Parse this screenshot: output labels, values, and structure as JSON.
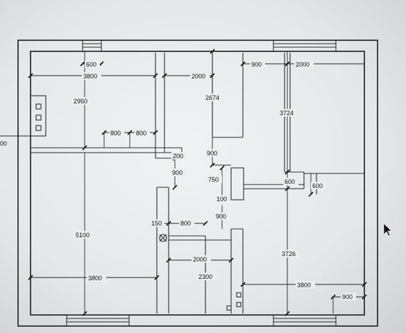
{
  "dimensions": {
    "d_600_top": "600",
    "d_3800_top": "3800",
    "d_2000_top": "2000",
    "d_900_top": "900",
    "d_2000_topright": "2000",
    "d_2950": "2950",
    "d_2674": "2674",
    "d_3724": "3724",
    "d_800_a": "800",
    "d_800_b": "800",
    "d_00_left": "00",
    "d_200": "200",
    "d_900_mid1": "900",
    "d_900_mid2": "900",
    "d_750": "750",
    "d_600_mid": "600",
    "d_600_right": "600",
    "d_100": "100",
    "d_900_mid3": "900",
    "d_150": "150",
    "d_800_c": "800",
    "d_5100": "5100",
    "d_3726": "3726",
    "d_2000_low": "2000",
    "d_2300": "2300",
    "d_3800_low": "3800",
    "d_3800_lowright": "3800",
    "d_900_bottom": "900"
  }
}
